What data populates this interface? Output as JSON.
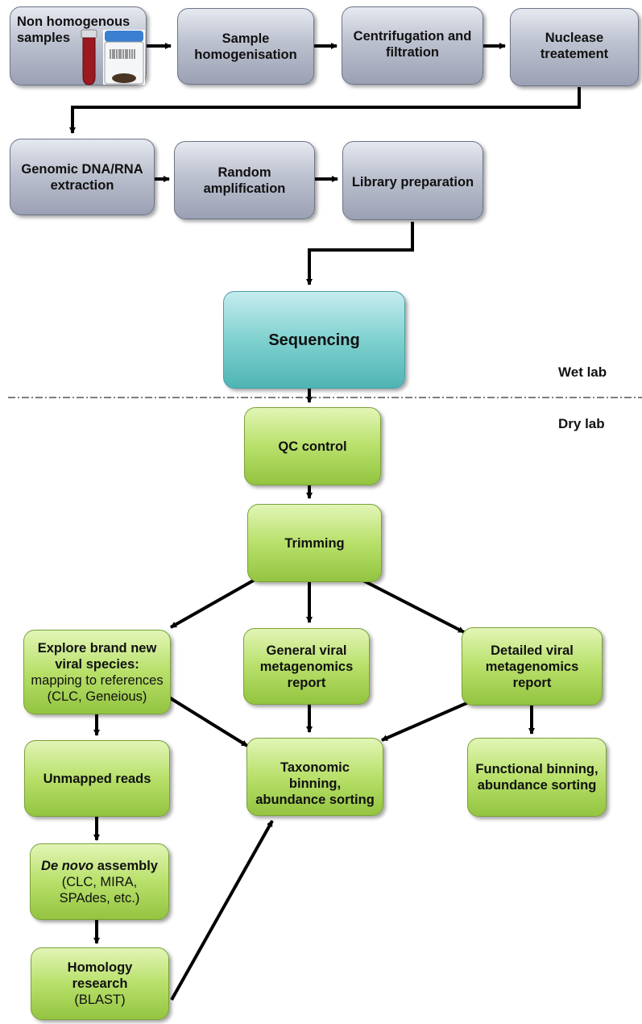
{
  "labels": {
    "wet_lab": "Wet lab",
    "dry_lab": "Dry lab"
  },
  "wet": {
    "samples": "Non homogenous samples",
    "homogenisation": "Sample homogenisation",
    "centrifugation": "Centrifugation and filtration",
    "nuclease": "Nuclease treatement",
    "extraction": "Genomic DNA/RNA extraction",
    "amplification": "Random amplification",
    "library": "Library preparation",
    "sequencing": "Sequencing"
  },
  "dry": {
    "qc": "QC control",
    "trimming": "Trimming",
    "explore_bold": "Explore brand new viral species:",
    "explore_rest": "mapping to references (CLC, Geneious)",
    "general": "General viral metagenomics report",
    "detailed": "Detailed viral metagenomics report",
    "unmapped": "Unmapped reads",
    "taxonomic": "Taxonomic binning, abundance sorting",
    "functional": "Functional binning, abundance sorting",
    "denovo_italic": "De novo",
    "denovo_bold": "assembly",
    "denovo_rest": "(CLC, MIRA, SPAdes, etc.)",
    "homology_bold": "Homology research",
    "homology_rest": "(BLAST)"
  },
  "colors": {
    "wet_box": "#b3b8c8",
    "sequencing_box": "#7fd1cf",
    "dry_box": "#b8e06a",
    "arrow": "#000000"
  }
}
